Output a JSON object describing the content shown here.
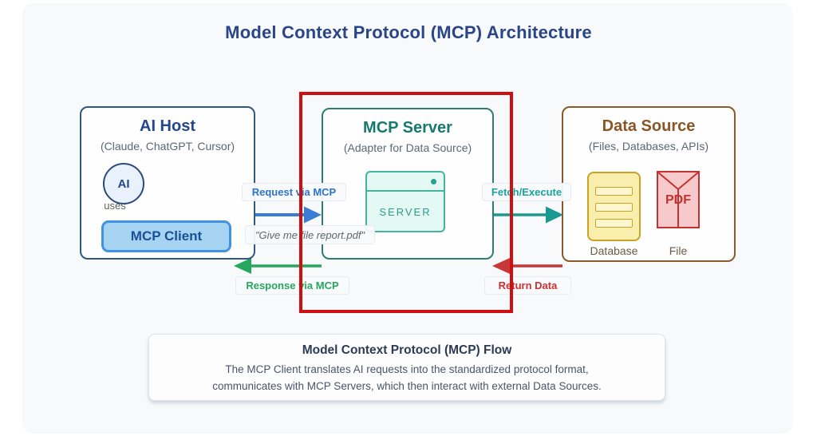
{
  "title": "Model Context Protocol (MCP) Architecture",
  "nodes": {
    "ai_host": {
      "title": "AI Host",
      "subtitle": "(Claude, ChatGPT, Cursor)",
      "ai_circle_label": "AI",
      "uses_label": "uses",
      "mcp_client_label": "MCP Client"
    },
    "mcp_server": {
      "title": "MCP Server",
      "subtitle": "(Adapter for Data Source)",
      "server_window_label": "SERVER"
    },
    "data_source": {
      "title": "Data Source",
      "subtitle": "(Files, Databases, APIs)",
      "pdf_label": "PDF",
      "database_caption": "Database",
      "file_caption": "File"
    }
  },
  "edges": {
    "request_label": "Request via MCP",
    "request_quote": "\"Give me file report.pdf\"",
    "response_label": "Response via MCP",
    "fetch_label": "Fetch/Execute",
    "return_label": "Return Data"
  },
  "flow_note": {
    "title": "Model Context Protocol (MCP) Flow",
    "body_line1": "The MCP Client translates AI requests into the standardized protocol format,",
    "body_line2": "communicates with MCP Servers, which then interact with external Data Sources."
  },
  "colors": {
    "title_navy": "#2a4688",
    "ai_host_border": "#2f5980",
    "mcp_server_teal": "#17796d",
    "data_source_brown": "#8a5524",
    "request_blue": "#2e73cc",
    "response_green": "#27a75d",
    "fetch_teal": "#1aa39e",
    "return_red": "#cc3333",
    "highlight_red": "#cf0f0f"
  }
}
